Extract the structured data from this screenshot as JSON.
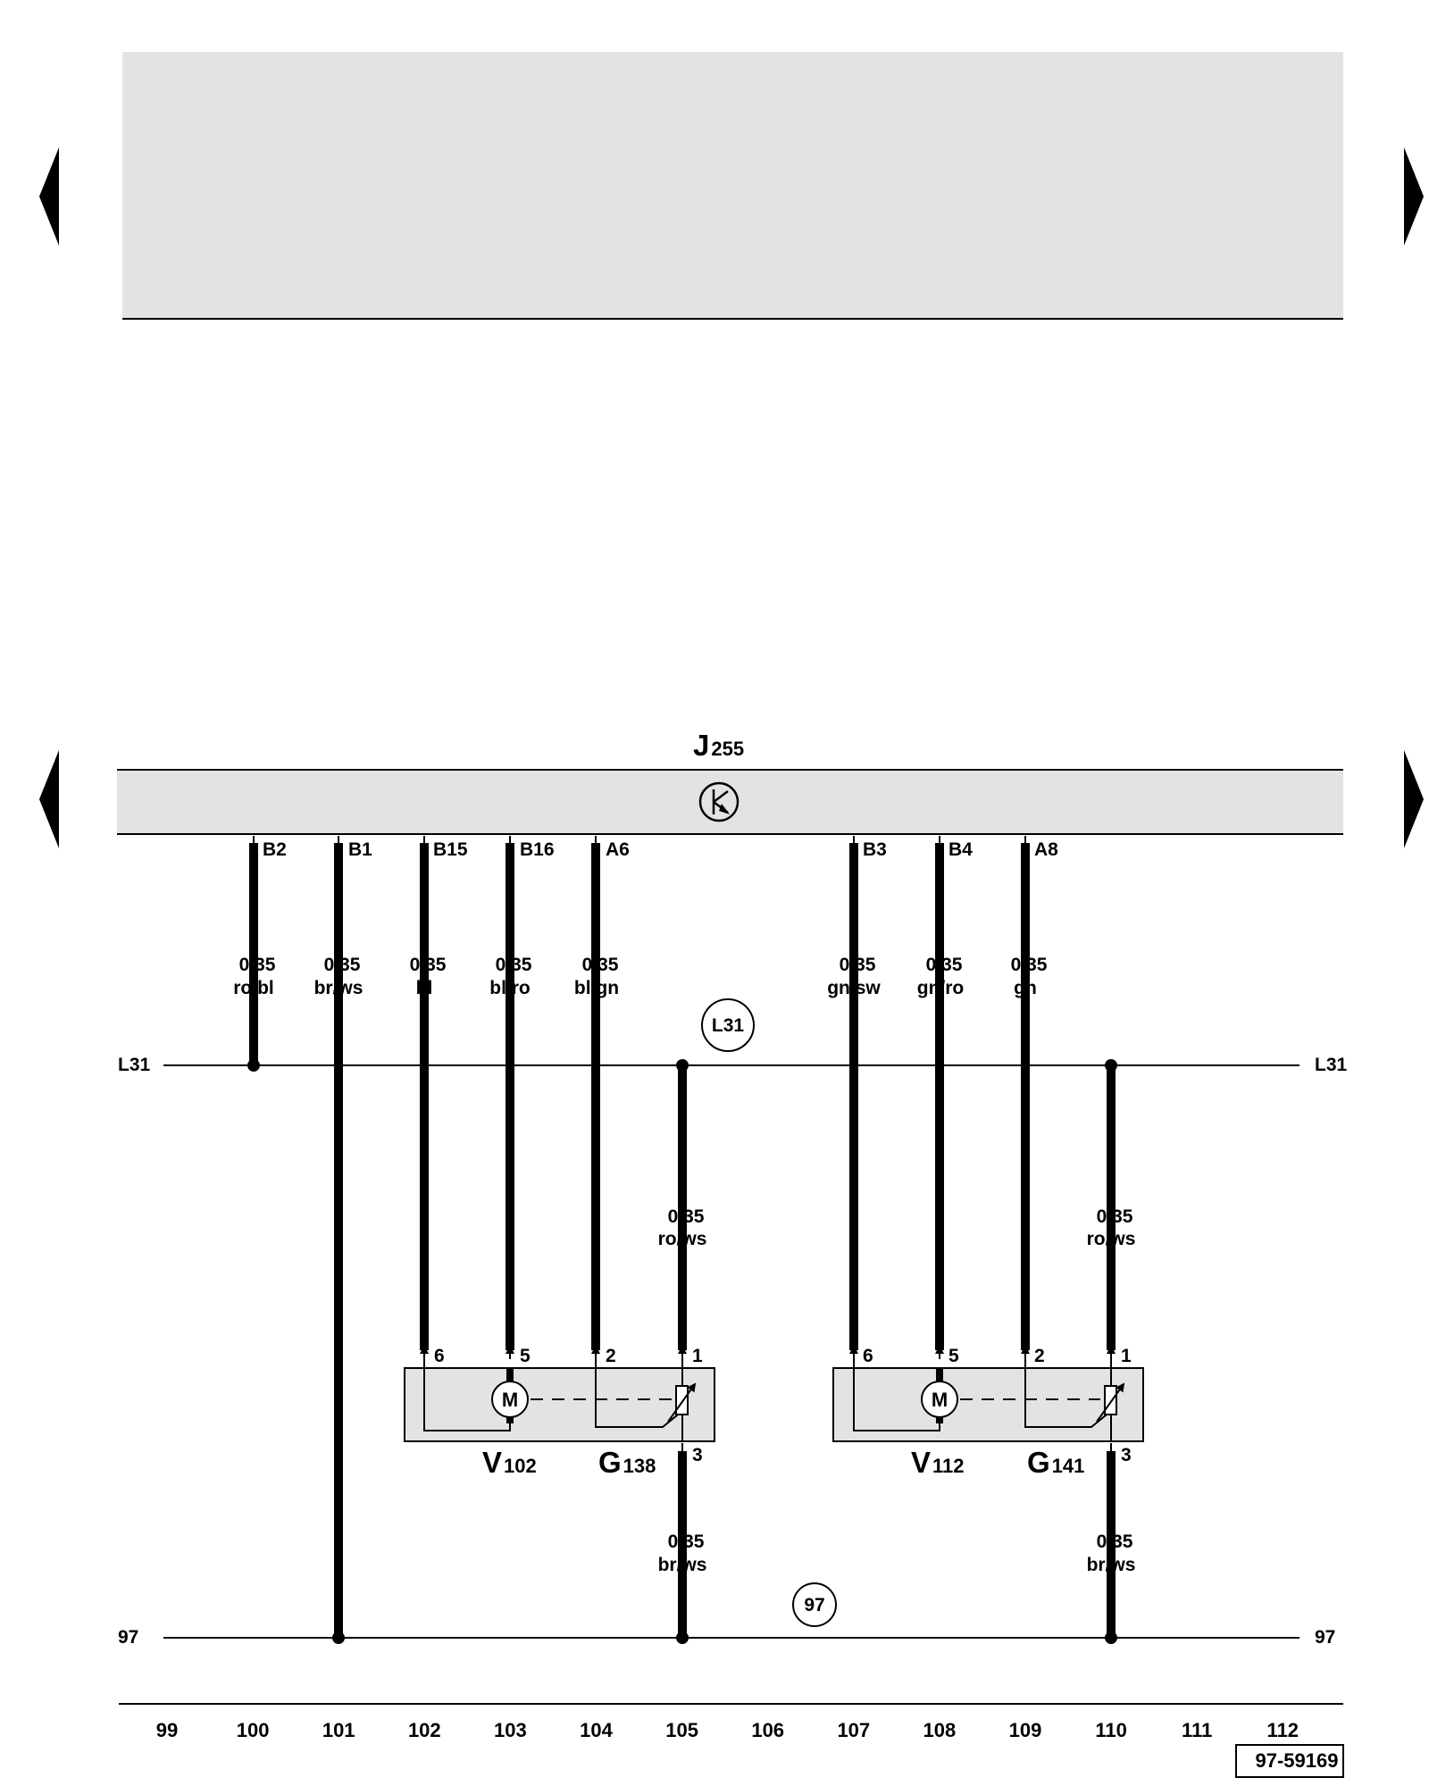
{
  "top_panel": {
    "fill": "#e3e3e3"
  },
  "control_unit": {
    "name": "J",
    "subscript": "255",
    "fill": "#e3e3e3",
    "icon": "fan-icon"
  },
  "buses": {
    "l31": {
      "left_label": "L31",
      "right_label": "L31",
      "marker": "L31"
    },
    "ground": {
      "left_label": "97",
      "right_label": "97",
      "marker": "97"
    }
  },
  "connectors": [
    {
      "pin": "B2",
      "size": "0,35",
      "color": "ro/bl"
    },
    {
      "pin": "B1",
      "size": "0,35",
      "color": "br/ws"
    },
    {
      "pin": "B15",
      "size": "0,35",
      "color": "bl"
    },
    {
      "pin": "B16",
      "size": "0,35",
      "color": "bl/ro"
    },
    {
      "pin": "A6",
      "size": "0,35",
      "color": "bl/gn"
    },
    {
      "pin": "B3",
      "size": "0,35",
      "color": "gn/sw"
    },
    {
      "pin": "B4",
      "size": "0,35",
      "color": "gn/ro"
    },
    {
      "pin": "A8",
      "size": "0,35",
      "color": "gn"
    }
  ],
  "feed_wires": [
    {
      "size": "0,35",
      "color": "ro/ws"
    },
    {
      "size": "0,35",
      "color": "ro/ws"
    }
  ],
  "ground_wires": [
    {
      "size": "0,35",
      "color": "br/ws"
    },
    {
      "size": "0,35",
      "color": "br/ws"
    }
  ],
  "components": [
    {
      "motor": {
        "name": "V",
        "subscript": "102",
        "symbol": "M"
      },
      "sensor": {
        "name": "G",
        "subscript": "138"
      },
      "pins": [
        "6",
        "5",
        "2",
        "1",
        "3"
      ]
    },
    {
      "motor": {
        "name": "V",
        "subscript": "112",
        "symbol": "M"
      },
      "sensor": {
        "name": "G",
        "subscript": "141"
      },
      "pins": [
        "6",
        "5",
        "2",
        "1",
        "3"
      ]
    }
  ],
  "columns": [
    "99",
    "100",
    "101",
    "102",
    "103",
    "104",
    "105",
    "106",
    "107",
    "108",
    "109",
    "110",
    "111",
    "112"
  ],
  "reference": "97-59169"
}
